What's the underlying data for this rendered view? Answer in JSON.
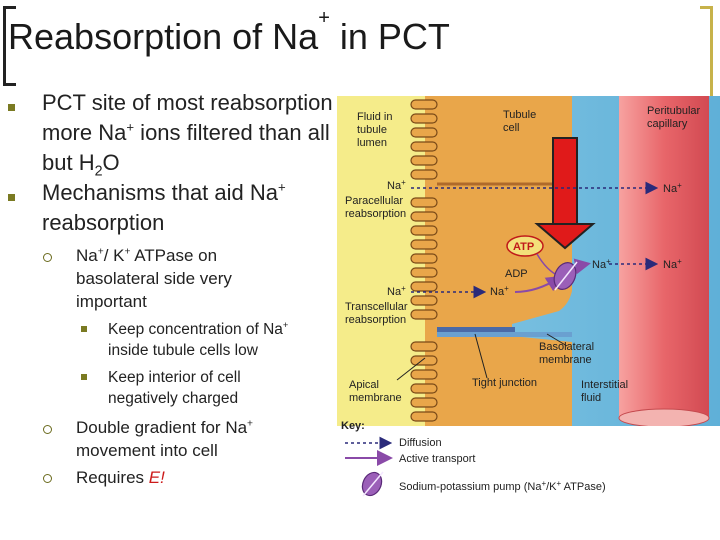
{
  "slide": {
    "title_main": "Reabsorption of Na",
    "title_sup": "+",
    "title_end": " in PCT"
  },
  "bullets": {
    "b1": {
      "pre": "PCT site of most reabsorption - more Na",
      "sup": "+",
      "mid": " ions filtered than all but H",
      "sub": "2",
      "end": "O"
    },
    "b2": {
      "pre": "Mechanisms that aid Na",
      "sup": "+",
      "end": " reabsorption"
    },
    "s1": {
      "a": "Na",
      "a_sup": "+",
      "b": "/ K",
      "b_sup": "+",
      "c": " ATPase on basolateral side very important"
    },
    "t1": {
      "pre": "Keep concentration of Na",
      "sup": "+",
      "end": " inside tubule cells low"
    },
    "t2": {
      "text": "Keep interior of cell negatively charged"
    },
    "s2": {
      "pre": "Double gradient for Na",
      "sup": "+",
      "end": " movement into cell"
    },
    "s3": {
      "pre": "Requires ",
      "emph": "E!"
    }
  },
  "figure": {
    "fluid_in_lumen": [
      "Fluid in",
      "tubule",
      "lumen"
    ],
    "tubule_cell": [
      "Tubule",
      "cell"
    ],
    "peritubular": [
      "Peritubular",
      "capillary"
    ],
    "na_para": "Na",
    "na_sup": "+",
    "paracellular": [
      "Paracellular",
      "reabsorption"
    ],
    "na_cap1": "Na",
    "atp": "ATP",
    "adp": "ADP",
    "na_cell": "Na",
    "na_cap2": "Na",
    "na_trans": "Na",
    "na_cell2": "Na",
    "transcellular": [
      "Transcellular",
      "reabsorption"
    ],
    "basolateral": [
      "Basolateral",
      "membrane"
    ],
    "apical": [
      "Apical",
      "membrane"
    ],
    "tight_junction": "Tight junction",
    "interstitial": [
      "Interstitial",
      "fluid"
    ],
    "key": "Key:",
    "diffusion": "Diffusion",
    "active": "Active transport",
    "pump": "Sodium-potassium pump (Na",
    "pump_sup1": "+",
    "pump_mid": "/K",
    "pump_sup2": "+",
    "pump_end": " ATPase)",
    "colors": {
      "lumen": "#f5ec8a",
      "cell": "#e9a64a",
      "interstitial": "#7fc6e3",
      "capillary": "#e8666a",
      "arrow": "#e01a1a",
      "pump": "#9b5fb8"
    }
  }
}
